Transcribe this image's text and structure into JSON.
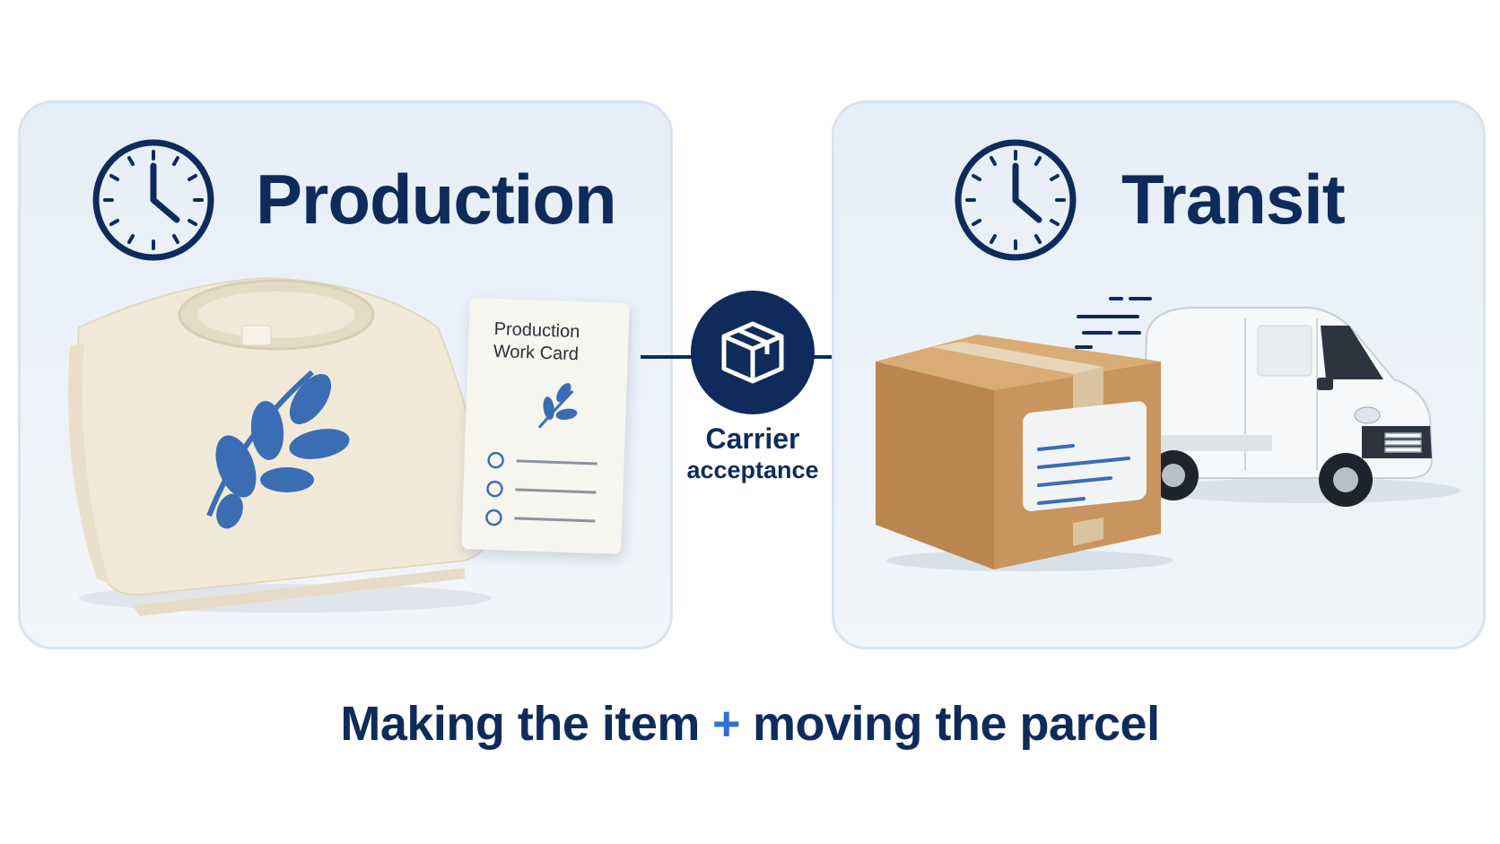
{
  "production": {
    "title": "Production",
    "card_title_line1": "Production",
    "card_title_line2": "Work Card"
  },
  "connector": {
    "label_line1": "Carrier",
    "label_line2": "acceptance"
  },
  "transit": {
    "title": "Transit"
  },
  "caption": {
    "left": "Making the item",
    "plus": "+",
    "right": "moving the parcel"
  },
  "colors": {
    "navy": "#0f2b5b",
    "accent_blue": "#2f6fd6",
    "leaf_blue": "#3b6db4",
    "panel_border": "#d7e3f3"
  },
  "icons": [
    "clock-icon",
    "leaf-icon",
    "box-icon",
    "arrow-right-icon",
    "van-icon"
  ]
}
